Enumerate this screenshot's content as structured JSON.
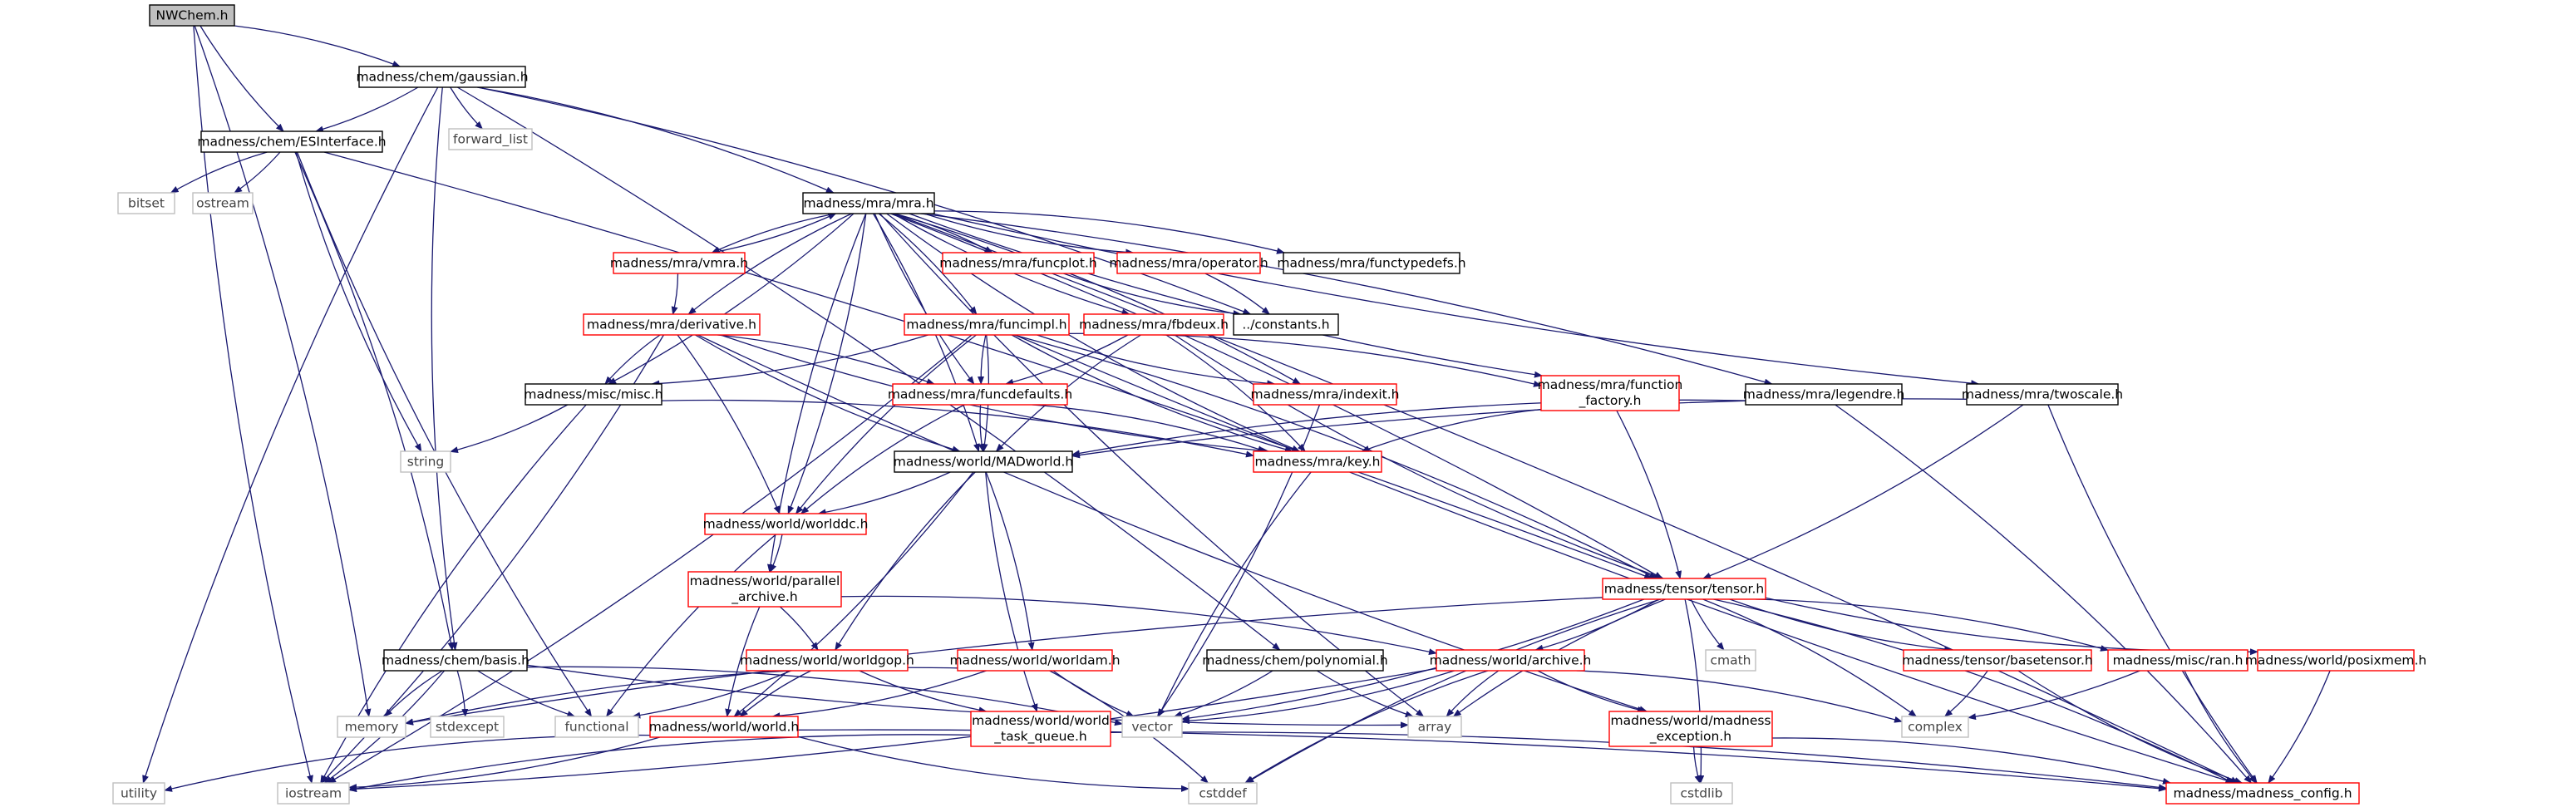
{
  "colors": {
    "root_fill": "#bfbfbf",
    "defined_border": "#000000",
    "incomplete_border": "#ff0000",
    "system_border": "#bfbfbf",
    "system_text": "#444444",
    "edge": "#191970"
  },
  "nodes": {
    "nwchem": {
      "label": "NWChem.h",
      "kind": "root"
    },
    "gaussian": {
      "label": "madness/chem/gaussian.h",
      "kind": "defined"
    },
    "esinterface": {
      "label": "madness/chem/ESInterface.h",
      "kind": "defined"
    },
    "forward_list": {
      "label": "forward_list",
      "kind": "system"
    },
    "bitset": {
      "label": "bitset",
      "kind": "system"
    },
    "ostream": {
      "label": "ostream",
      "kind": "system"
    },
    "mra": {
      "label": "madness/mra/mra.h",
      "kind": "defined"
    },
    "vmra": {
      "label": "madness/mra/vmra.h",
      "kind": "incomplete"
    },
    "funcplot": {
      "label": "madness/mra/funcplot.h",
      "kind": "incomplete"
    },
    "operator": {
      "label": "madness/mra/operator.h",
      "kind": "incomplete"
    },
    "functypedefs": {
      "label": "madness/mra/functypedefs.h",
      "kind": "defined"
    },
    "constants": {
      "label": "../constants.h",
      "kind": "defined"
    },
    "derivative": {
      "label": "madness/mra/derivative.h",
      "kind": "incomplete"
    },
    "funcimpl": {
      "label": "madness/mra/funcimpl.h",
      "kind": "incomplete"
    },
    "fbdeux": {
      "label": "madness/mra/fbdeux.h",
      "kind": "incomplete"
    },
    "misc": {
      "label": "madness/misc/misc.h",
      "kind": "defined"
    },
    "funcdefaults": {
      "label": "madness/mra/funcdefaults.h",
      "kind": "incomplete"
    },
    "indexit": {
      "label": "madness/mra/indexit.h",
      "kind": "incomplete"
    },
    "function_factory": {
      "label1": "madness/mra/function",
      "label2": "_factory.h",
      "kind": "incomplete"
    },
    "legendre": {
      "label": "madness/mra/legendre.h",
      "kind": "defined"
    },
    "twoscale": {
      "label": "madness/mra/twoscale.h",
      "kind": "defined"
    },
    "string": {
      "label": "string",
      "kind": "system"
    },
    "madworld": {
      "label": "madness/world/MADworld.h",
      "kind": "defined"
    },
    "key": {
      "label": "madness/mra/key.h",
      "kind": "incomplete"
    },
    "worlddc": {
      "label": "madness/world/worlddc.h",
      "kind": "incomplete"
    },
    "parallel_archive": {
      "label1": "madness/world/parallel",
      "label2": "_archive.h",
      "kind": "incomplete"
    },
    "tensor": {
      "label": "madness/tensor/tensor.h",
      "kind": "incomplete"
    },
    "basis": {
      "label": "madness/chem/basis.h",
      "kind": "defined"
    },
    "worldgop": {
      "label": "madness/world/worldgop.h",
      "kind": "incomplete"
    },
    "worldam": {
      "label": "madness/world/worldam.h",
      "kind": "incomplete"
    },
    "polynomial": {
      "label": "madness/chem/polynomial.h",
      "kind": "defined"
    },
    "archive": {
      "label": "madness/world/archive.h",
      "kind": "incomplete"
    },
    "cmath": {
      "label": "cmath",
      "kind": "system"
    },
    "basetensor": {
      "label": "madness/tensor/basetensor.h",
      "kind": "incomplete"
    },
    "ran": {
      "label": "madness/misc/ran.h",
      "kind": "incomplete"
    },
    "posixmem": {
      "label": "madness/world/posixmem.h",
      "kind": "incomplete"
    },
    "memory": {
      "label": "memory",
      "kind": "system"
    },
    "stdexcept": {
      "label": "stdexcept",
      "kind": "system"
    },
    "functional": {
      "label": "functional",
      "kind": "system"
    },
    "vector": {
      "label": "vector",
      "kind": "system"
    },
    "array": {
      "label": "array",
      "kind": "system"
    },
    "complex": {
      "label": "complex",
      "kind": "system"
    },
    "world": {
      "label": "madness/world/world.h",
      "kind": "incomplete"
    },
    "world_task_queue": {
      "label1": "madness/world/world",
      "label2": "_task_queue.h",
      "kind": "incomplete"
    },
    "madness_exception": {
      "label1": "madness/world/madness",
      "label2": "_exception.h",
      "kind": "incomplete"
    },
    "utility": {
      "label": "utility",
      "kind": "system"
    },
    "iostream": {
      "label": "iostream",
      "kind": "system"
    },
    "cstddef": {
      "label": "cstddef",
      "kind": "system"
    },
    "cstdlib": {
      "label": "cstdlib",
      "kind": "system"
    },
    "madness_config": {
      "label": "madness/madness_config.h",
      "kind": "incomplete"
    }
  },
  "edges": [
    [
      "nwchem",
      "gaussian"
    ],
    [
      "nwchem",
      "esinterface"
    ],
    [
      "nwchem",
      "memory"
    ],
    [
      "nwchem",
      "iostream"
    ],
    [
      "gaussian",
      "esinterface"
    ],
    [
      "gaussian",
      "forward_list"
    ],
    [
      "gaussian",
      "mra"
    ],
    [
      "gaussian",
      "basis"
    ],
    [
      "gaussian",
      "constants"
    ],
    [
      "gaussian",
      "utility"
    ],
    [
      "gaussian",
      "polynomial"
    ],
    [
      "esinterface",
      "bitset"
    ],
    [
      "esinterface",
      "ostream"
    ],
    [
      "esinterface",
      "string"
    ],
    [
      "esinterface",
      "basis"
    ],
    [
      "esinterface",
      "functional"
    ],
    [
      "esinterface",
      "tensor"
    ],
    [
      "mra",
      "vmra"
    ],
    [
      "mra",
      "funcplot"
    ],
    [
      "mra",
      "operator"
    ],
    [
      "mra",
      "functypedefs"
    ],
    [
      "mra",
      "derivative"
    ],
    [
      "mra",
      "funcimpl"
    ],
    [
      "mra",
      "fbdeux"
    ],
    [
      "mra",
      "misc"
    ],
    [
      "mra",
      "funcdefaults"
    ],
    [
      "mra",
      "indexit"
    ],
    [
      "mra",
      "function_factory"
    ],
    [
      "mra",
      "legendre"
    ],
    [
      "mra",
      "twoscale"
    ],
    [
      "mra",
      "madworld"
    ],
    [
      "mra",
      "key"
    ],
    [
      "mra",
      "worlddc"
    ],
    [
      "mra",
      "parallel_archive"
    ],
    [
      "mra",
      "tensor"
    ],
    [
      "mra",
      "array"
    ],
    [
      "mra",
      "madness_config"
    ],
    [
      "vmra",
      "mra"
    ],
    [
      "vmra",
      "derivative"
    ],
    [
      "funcplot",
      "constants"
    ],
    [
      "operator",
      "constants"
    ],
    [
      "derivative",
      "misc"
    ],
    [
      "derivative",
      "funcdefaults"
    ],
    [
      "derivative",
      "madworld"
    ],
    [
      "derivative",
      "worlddc"
    ],
    [
      "derivative",
      "key"
    ],
    [
      "derivative",
      "iostream"
    ],
    [
      "derivative",
      "madness_exception"
    ],
    [
      "funcimpl",
      "misc"
    ],
    [
      "funcimpl",
      "funcdefaults"
    ],
    [
      "funcimpl",
      "madworld"
    ],
    [
      "funcimpl",
      "indexit"
    ],
    [
      "funcimpl",
      "function_factory"
    ],
    [
      "funcimpl",
      "key"
    ],
    [
      "funcimpl",
      "tensor"
    ],
    [
      "funcimpl",
      "worlddc"
    ],
    [
      "funcimpl",
      "iostream"
    ],
    [
      "funcimpl",
      "madness_config"
    ],
    [
      "fbdeux",
      "funcdefaults"
    ],
    [
      "fbdeux",
      "madworld"
    ],
    [
      "fbdeux",
      "key"
    ],
    [
      "fbdeux",
      "tensor"
    ],
    [
      "misc",
      "string"
    ],
    [
      "misc",
      "iostream"
    ],
    [
      "misc",
      "key"
    ],
    [
      "funcdefaults",
      "madworld"
    ],
    [
      "funcdefaults",
      "key"
    ],
    [
      "funcdefaults",
      "worlddc"
    ],
    [
      "indexit",
      "vector"
    ],
    [
      "function_factory",
      "key"
    ],
    [
      "function_factory",
      "tensor"
    ],
    [
      "legendre",
      "madworld"
    ],
    [
      "legendre",
      "madness_config"
    ],
    [
      "twoscale",
      "madworld"
    ],
    [
      "twoscale",
      "tensor"
    ],
    [
      "twoscale",
      "madness_config"
    ],
    [
      "madworld",
      "worlddc"
    ],
    [
      "madworld",
      "worldgop"
    ],
    [
      "madworld",
      "worldam"
    ],
    [
      "madworld",
      "world_task_queue"
    ],
    [
      "madworld",
      "world"
    ],
    [
      "key",
      "vector"
    ],
    [
      "worlddc",
      "parallel_archive"
    ],
    [
      "worlddc",
      "functional"
    ],
    [
      "parallel_archive",
      "worldgop"
    ],
    [
      "parallel_archive",
      "world"
    ],
    [
      "parallel_archive",
      "archive"
    ],
    [
      "tensor",
      "memory"
    ],
    [
      "tensor",
      "vector"
    ],
    [
      "tensor",
      "array"
    ],
    [
      "tensor",
      "archive"
    ],
    [
      "tensor",
      "cmath"
    ],
    [
      "tensor",
      "complex"
    ],
    [
      "tensor",
      "basetensor"
    ],
    [
      "tensor",
      "ran"
    ],
    [
      "tensor",
      "posixmem"
    ],
    [
      "tensor",
      "madness_config"
    ],
    [
      "tensor",
      "cstddef"
    ],
    [
      "tensor",
      "cstdlib"
    ],
    [
      "basis",
      "memory"
    ],
    [
      "basis",
      "stdexcept"
    ],
    [
      "basis",
      "functional"
    ],
    [
      "basis",
      "vector"
    ],
    [
      "basis",
      "array"
    ],
    [
      "basis",
      "iostream"
    ],
    [
      "worldgop",
      "world"
    ],
    [
      "worldgop",
      "functional"
    ],
    [
      "worldgop",
      "world_task_queue"
    ],
    [
      "worldam",
      "world"
    ],
    [
      "worldam",
      "vector"
    ],
    [
      "worldam",
      "cstddef"
    ],
    [
      "worldam",
      "memory"
    ],
    [
      "polynomial",
      "vector"
    ],
    [
      "polynomial",
      "array"
    ],
    [
      "archive",
      "vector"
    ],
    [
      "archive",
      "array"
    ],
    [
      "archive",
      "complex"
    ],
    [
      "archive",
      "madness_exception"
    ],
    [
      "archive",
      "iostream"
    ],
    [
      "archive",
      "cstddef"
    ],
    [
      "basetensor",
      "complex"
    ],
    [
      "basetensor",
      "madness_config"
    ],
    [
      "ran",
      "complex"
    ],
    [
      "ran",
      "madness_config"
    ],
    [
      "posixmem",
      "madness_config"
    ],
    [
      "world",
      "utility"
    ],
    [
      "world",
      "iostream"
    ],
    [
      "world",
      "cstddef"
    ],
    [
      "world",
      "madness_config"
    ],
    [
      "world_task_queue",
      "iostream"
    ],
    [
      "world_task_queue",
      "madness_config"
    ],
    [
      "madness_exception",
      "cstdlib"
    ],
    [
      "madness_exception",
      "madness_config"
    ]
  ]
}
